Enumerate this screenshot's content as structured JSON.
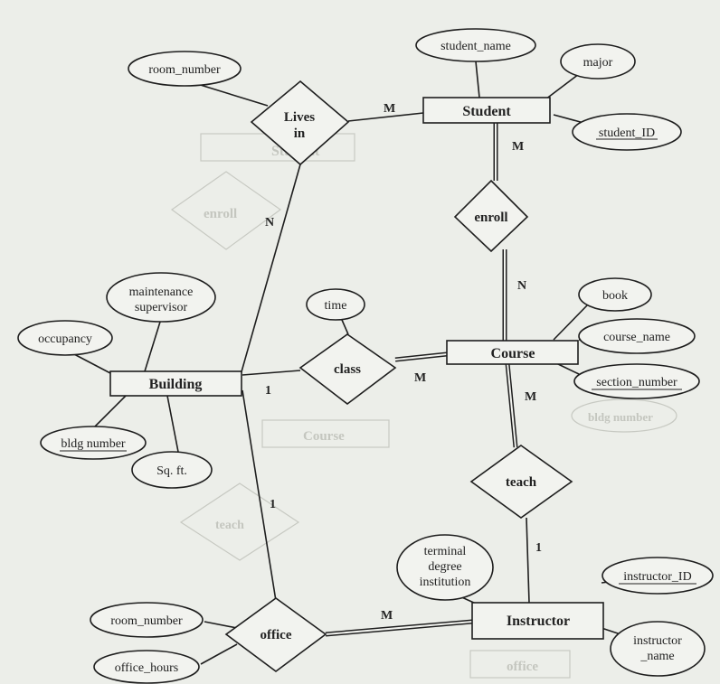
{
  "entities": {
    "student": "Student",
    "course": "Course",
    "building": "Building",
    "instructor": "Instructor"
  },
  "relationships": {
    "lives_in_line1": "Lives",
    "lives_in_line2": "in",
    "enroll": "enroll",
    "class": "class",
    "teach": "teach",
    "office": "office"
  },
  "attributes": {
    "student_name": "student_name",
    "major": "major",
    "student_id": "student_ID",
    "room_number_top": "room_number",
    "maintenance_supervisor_line1": "maintenance",
    "maintenance_supervisor_line2": "supervisor",
    "time": "time",
    "book": "book",
    "course_name": "course_name",
    "section_number": "section_number",
    "occupancy": "occupancy",
    "bldg_number": "bldg number",
    "sq_ft": "Sq. ft.",
    "terminal_line1": "terminal",
    "terminal_line2": "degree",
    "terminal_line3": "institution",
    "instructor_id": "instructor_ID",
    "instructor_name_line1": "instructor",
    "instructor_name_line2": "_name",
    "room_number_bottom": "room_number",
    "office_hours": "office_hours"
  },
  "cardinalities": {
    "lives_student": "M",
    "lives_building": "N",
    "enroll_student": "M",
    "enroll_course": "N",
    "class_building": "1",
    "class_course": "M",
    "teach_course": "M",
    "teach_instructor": "1",
    "office_building": "1",
    "office_instructor": "M"
  },
  "bleed_through": {
    "student": "Student",
    "enroll": "enroll",
    "course": "Course",
    "teach": "teach",
    "office": "office",
    "bldg_number": "bldg number"
  }
}
